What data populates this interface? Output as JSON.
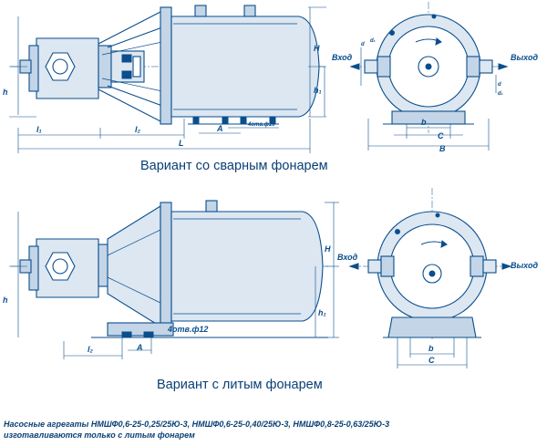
{
  "captions": {
    "welded": "Вариант со сварным фонарем",
    "cast": "Вариант с литым фонарем"
  },
  "labels": {
    "h": "h",
    "h1": "h₁",
    "H": "H",
    "l1": "l₁",
    "l2": "l₂",
    "L": "L",
    "A": "A",
    "B": "B",
    "b": "b",
    "C": "C",
    "d": "d",
    "d1": "d₁",
    "inlet": "Вход",
    "outlet": "Выход",
    "holes_small": "4отв.ф10",
    "holes_large": "4отв.ф12"
  },
  "note": {
    "line1": "Насосные агрегаты НМШФ0,6-25-0,25/25Ю-3, НМШФ0,6-25-0,40/25Ю-3, НМШФ0,8-25-0,63/25Ю-3",
    "line2": "изготавливаются только с литым фонарем"
  },
  "colors": {
    "line": "#0a4e8c",
    "fill": "#dce7f2",
    "text": "#0a3f74"
  }
}
